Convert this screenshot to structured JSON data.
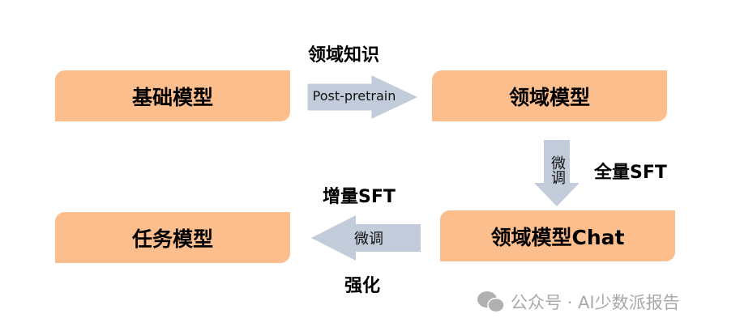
{
  "boxes": {
    "base": "基础模型",
    "domain": "领域模型",
    "domain_chat": "领域模型Chat",
    "task": "任务模型"
  },
  "arrows": {
    "post_pretrain": "Post-pretrain",
    "finetune_down": "微调",
    "finetune_left": "微调"
  },
  "labels": {
    "domain_knowledge": "领域知识",
    "full_sft": "全量SFT",
    "incremental_sft": "增量SFT",
    "reinforce": "强化"
  },
  "watermark": "公众号 · AI少数派报告",
  "colors": {
    "box": "#FDBE8D",
    "arrow": "#C3CCDA"
  }
}
